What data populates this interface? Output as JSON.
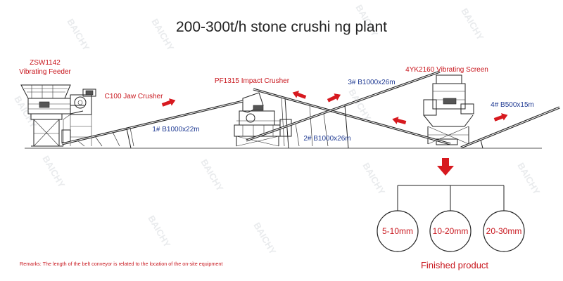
{
  "title": "200-300t/h stone crushi ng plant",
  "watermark": "BAICHY",
  "equipment": {
    "feeder_name": "ZSW1142",
    "feeder_type": "Vibrating Feeder",
    "jaw_crusher": "C100 Jaw Crusher",
    "impact_crusher": "PF1315 Impact Crusher",
    "screen": "4YK2160 Vibrating Screen"
  },
  "conveyors": {
    "c1": "1# B1000x22m",
    "c2": "2# B1000x26m",
    "c3": "3# B1000x26m",
    "c4": "4# B500x15m"
  },
  "products": {
    "caption": "Finished product",
    "sizes": [
      "5-10mm",
      "10-20mm",
      "20-30mm"
    ]
  },
  "remarks": "Remarks: The length of the belt conveyor is related to the location of the on-site equipment",
  "colors": {
    "accent": "#c8161d",
    "conveyor_label": "#1f3a93",
    "arrow": "#d7191f"
  }
}
